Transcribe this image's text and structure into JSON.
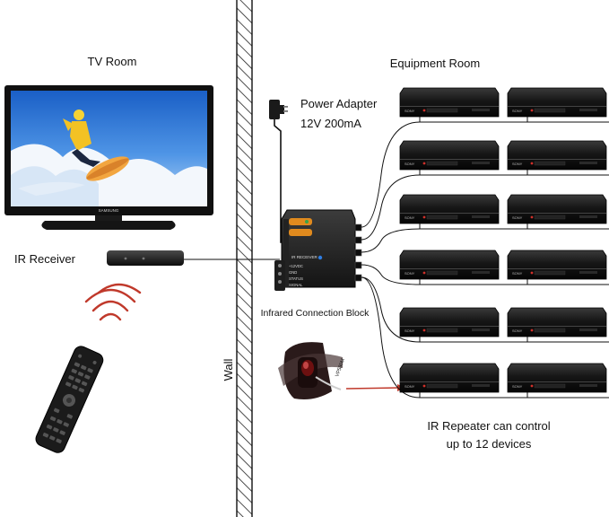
{
  "labels": {
    "tv_room": "TV Room",
    "equipment_room": "Equipment Room",
    "ir_receiver": "IR Receiver",
    "wall": "Wall",
    "power_adapter_line1": "Power Adapter",
    "power_adapter_line2": "12V 200mA",
    "connection_block": "Infrared Connection Block",
    "repeater_line1": "IR Repeater can control",
    "repeater_line2": "up to 12 devices",
    "tv_brand": "SAMSUNG",
    "block_receiver_port": "IR RECEIVER",
    "block_terminals": [
      "+12VDC",
      "GND",
      "STATUS",
      "SIGNAL"
    ],
    "emitter_tag": "VP580M"
  },
  "devices": {
    "count": 12,
    "brand_text": "SONY",
    "layout": "2 columns x 6 rows"
  },
  "colors": {
    "emitter_beam": "#c0392b",
    "block_led_orange": "#e08a1e",
    "block_led_green": "#3aa34a",
    "block_led_blue": "#2f7de1"
  }
}
